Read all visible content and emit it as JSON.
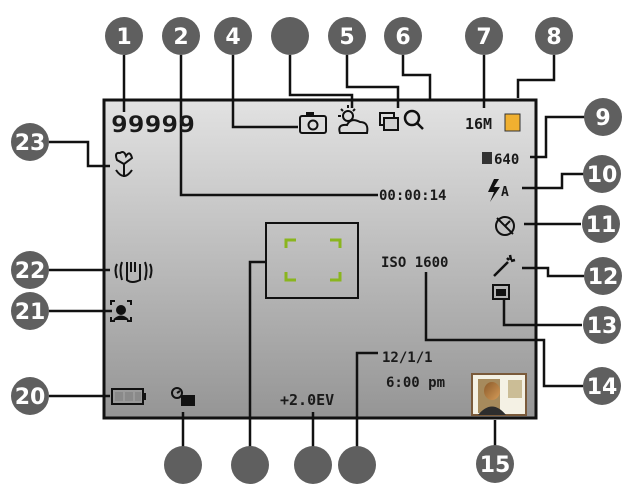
{
  "callouts": [
    {
      "id": "callout-1",
      "label": "1"
    },
    {
      "id": "callout-2",
      "label": "2"
    },
    {
      "id": "callout-4",
      "label": "4"
    },
    {
      "id": "callout-blank-top",
      "label": ""
    },
    {
      "id": "callout-5",
      "label": "5"
    },
    {
      "id": "callout-6",
      "label": "6"
    },
    {
      "id": "callout-7",
      "label": "7"
    },
    {
      "id": "callout-8",
      "label": "8"
    },
    {
      "id": "callout-9",
      "label": "9"
    },
    {
      "id": "callout-10",
      "label": "10"
    },
    {
      "id": "callout-11",
      "label": "11"
    },
    {
      "id": "callout-12",
      "label": "12"
    },
    {
      "id": "callout-13",
      "label": "13"
    },
    {
      "id": "callout-14",
      "label": "14"
    },
    {
      "id": "callout-15",
      "label": "15"
    },
    {
      "id": "callout-20",
      "label": "20"
    },
    {
      "id": "callout-21",
      "label": "21"
    },
    {
      "id": "callout-22",
      "label": "22"
    },
    {
      "id": "callout-23",
      "label": "23"
    },
    {
      "id": "callout-blank-b1",
      "label": ""
    },
    {
      "id": "callout-blank-b2",
      "label": ""
    },
    {
      "id": "callout-blank-b3",
      "label": ""
    },
    {
      "id": "callout-blank-b4",
      "label": ""
    }
  ],
  "screen": {
    "shots_remaining": "99999",
    "recording_time": "00:00:14",
    "image_size": "16M",
    "video_size": "640",
    "iso": "ISO 1600",
    "ev": "+2.0EV",
    "date": "12/1/1",
    "time": "6:00 pm"
  },
  "icons": {
    "mode": "camera-icon",
    "scene": "cloudy-icon",
    "drive": "burst-icon",
    "zoom": "magnifier-icon",
    "quality": "quality-icon",
    "flash": "flash-auto-icon",
    "self_timer": "self-timer-icon",
    "effect": "magic-wand-icon",
    "frame": "frame-icon",
    "battery": "battery-icon",
    "face": "face-detect-icon",
    "stabilizer": "stabilizer-icon",
    "macro": "macro-icon",
    "date_stamp": "date-stamp-icon",
    "thumbnail": "thumbnail-photo"
  },
  "colors": {
    "callout": "#5f5f5f",
    "screen_top": "#dedede",
    "screen_bottom": "#9a9a9a",
    "focus_bracket": "#8ab51e",
    "quality_badge": "#f0b030"
  }
}
